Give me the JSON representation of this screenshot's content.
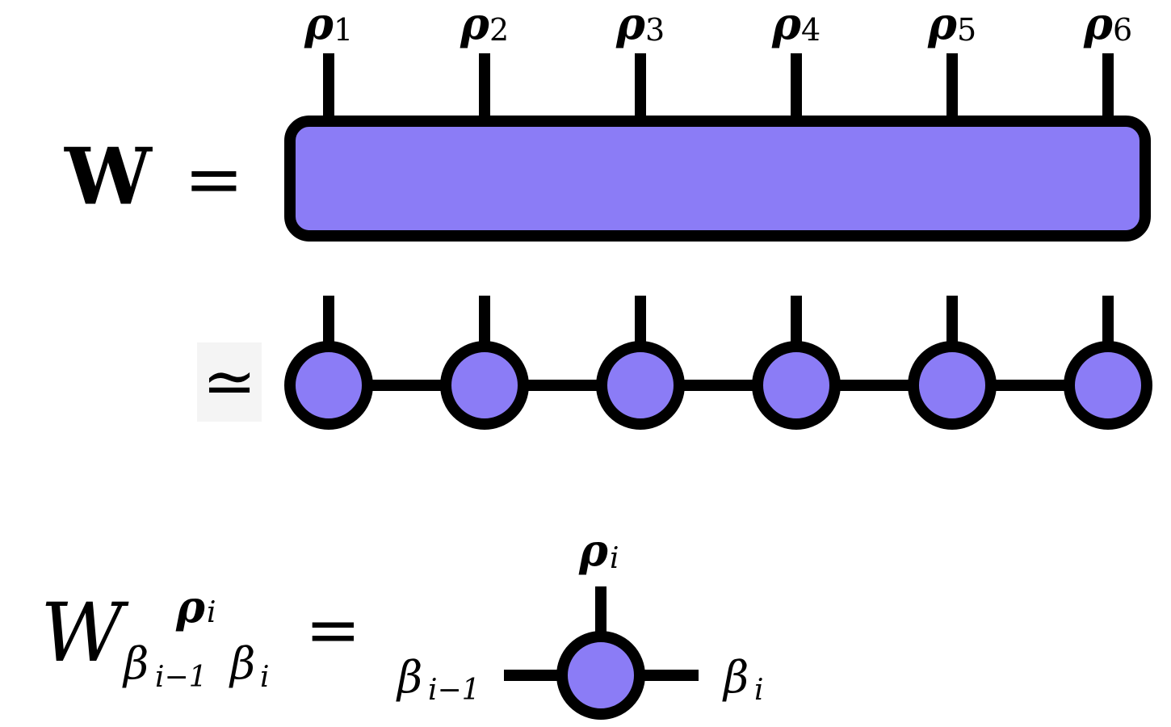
{
  "tensor": {
    "name": "W",
    "equals": "=",
    "approx": "≃",
    "color": "#8b7cf6",
    "outline_color": "#000000",
    "indices": [
      {
        "base": "ρ",
        "sub": "1"
      },
      {
        "base": "ρ",
        "sub": "2"
      },
      {
        "base": "ρ",
        "sub": "3"
      },
      {
        "base": "ρ",
        "sub": "4"
      },
      {
        "base": "ρ",
        "sub": "5"
      },
      {
        "base": "ρ",
        "sub": "6"
      }
    ]
  },
  "site": {
    "symbol": "W",
    "upper_index": {
      "base": "ρ",
      "sub": "i"
    },
    "lower_index_left": {
      "base": "β",
      "sub": "i−1"
    },
    "lower_index_right": {
      "base": "β",
      "sub": "i"
    },
    "equals": "=",
    "top_label": {
      "base": "ρ",
      "sub": "i"
    },
    "left_label": {
      "base": "β",
      "sub": "i−1"
    },
    "right_label": {
      "base": "β",
      "sub": "i"
    }
  }
}
